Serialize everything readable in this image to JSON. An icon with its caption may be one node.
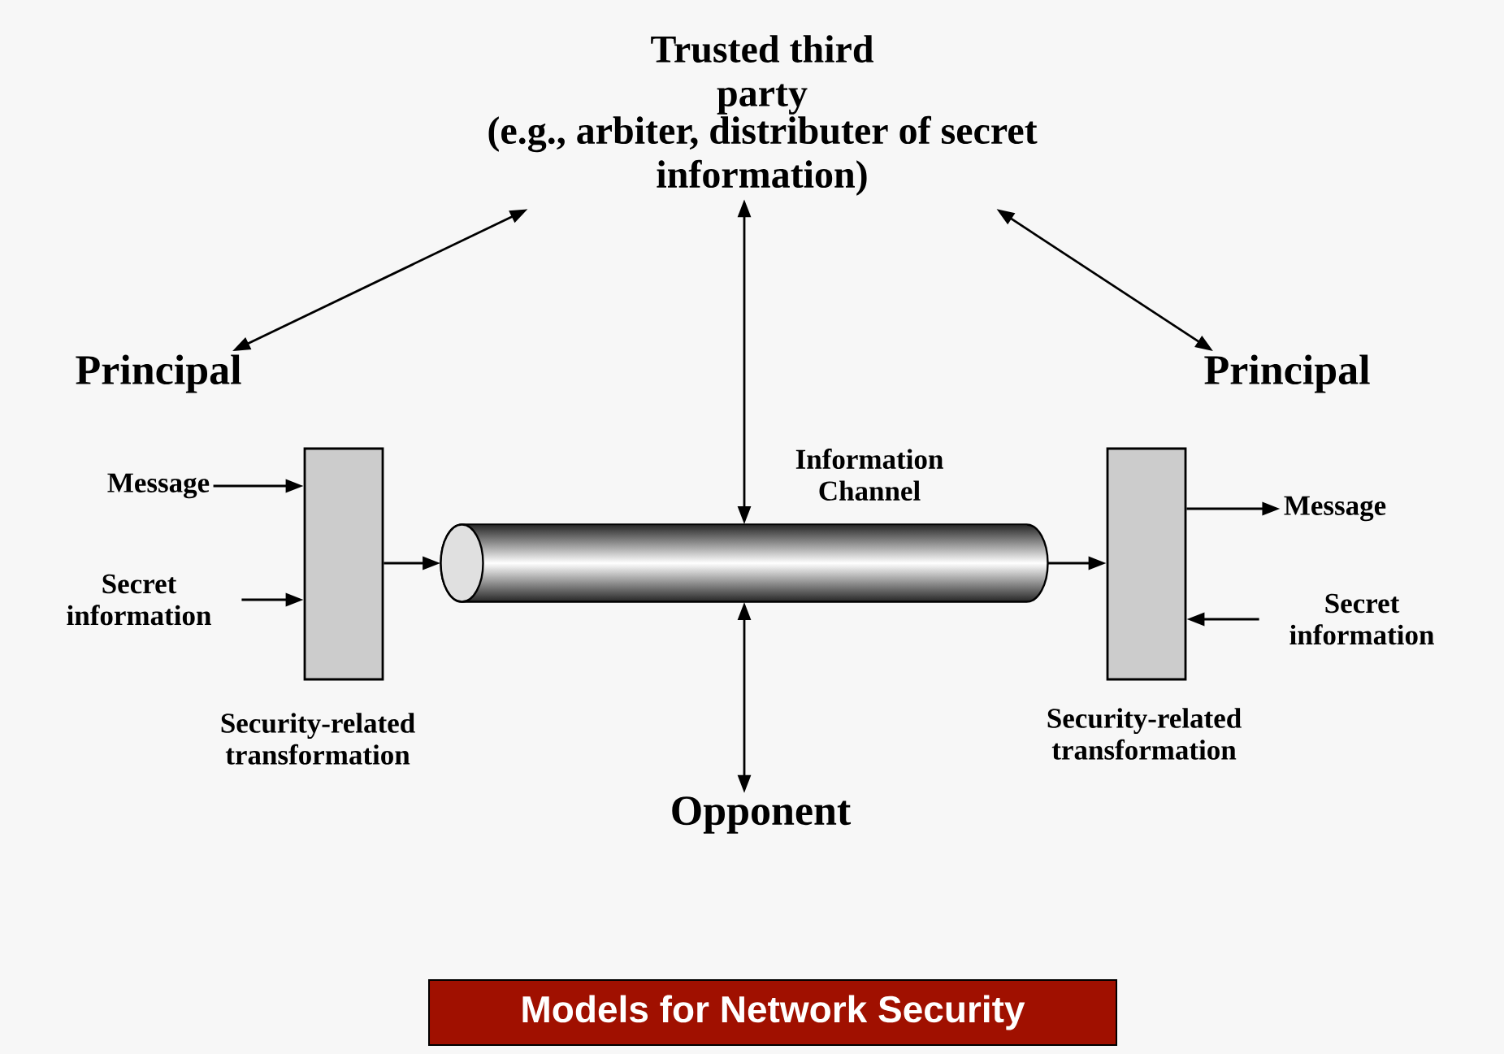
{
  "diagram": {
    "caption": "Models for Network Security",
    "nodes": [
      {
        "text": [
          "Trusted third party",
          "(e.g., arbiter, distributer of secret information)"
        ]
      },
      {
        "text": [
          "Principal"
        ]
      },
      {
        "text": [
          "Principal"
        ]
      },
      {
        "text": [],
        "shape": "box",
        "beside": [
          "Security-related transformation"
        ]
      },
      {
        "text": [],
        "shape": "box",
        "beside": [
          "Security-related transformation"
        ]
      },
      {
        "text": [],
        "shape": "cylinder",
        "beside": [
          "Information Channel"
        ]
      },
      {
        "text": [
          "Opponent"
        ]
      },
      {
        "text": [
          "Message"
        ]
      },
      {
        "text": [
          "Secret information"
        ]
      },
      {
        "text": [
          "Message"
        ]
      },
      {
        "text": [
          "Secret information"
        ]
      }
    ],
    "edges": [
      {
        "from": 1,
        "to": 0,
        "arrow": "both"
      },
      {
        "from": 0,
        "to": 2,
        "arrow": "both"
      },
      {
        "from": 0,
        "to": 5,
        "arrow": "both"
      },
      {
        "from": 5,
        "to": 6,
        "arrow": "both"
      },
      {
        "from": 7,
        "to": 3,
        "arrow": "to"
      },
      {
        "from": 8,
        "to": 3,
        "arrow": "to"
      },
      {
        "from": 3,
        "to": 5,
        "arrow": "to"
      },
      {
        "from": 5,
        "to": 4,
        "arrow": "to"
      },
      {
        "from": 4,
        "to": 9,
        "arrow": "to"
      },
      {
        "from": 10,
        "to": 4,
        "arrow": "to"
      }
    ]
  }
}
